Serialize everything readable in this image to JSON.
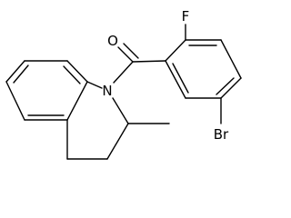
{
  "atoms": {
    "oxygen": "O",
    "nitrogen": "N",
    "fluorine": "F",
    "bromine": "Br"
  },
  "colors": {
    "bond": "#000000",
    "label": "#000000",
    "background": "#ffffff"
  }
}
